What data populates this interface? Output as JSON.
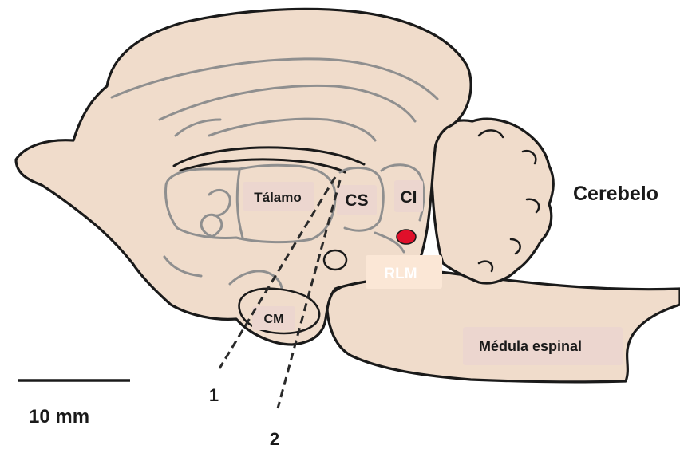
{
  "labels": {
    "thalamus": "Tálamo",
    "cs": "CS",
    "ci": "CI",
    "cerebellum": "Cerebelo",
    "rlm": "RLM",
    "cm": "CM",
    "spinal_cord": "Médula espinal",
    "probe_1": "1",
    "probe_2": "2",
    "scale": "10 mm"
  },
  "colors": {
    "tissue": "#f0dccb",
    "outline": "#1a1a1a",
    "internal_lines": "#8f8f8f",
    "rlm_marker": "#e0102a",
    "label_box": "#ecd6cf",
    "rlm_box": "#fbe7d6"
  }
}
